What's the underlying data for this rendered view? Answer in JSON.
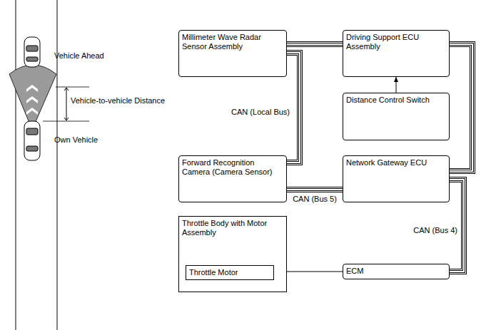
{
  "diagram": {
    "nodes": [
      {
        "text": [
          "Millimeter Wave Radar Sensor Assembly"
        ]
      },
      {
        "text": [
          "Driving Support ECU Assembly"
        ]
      },
      {
        "text": [
          "Distance Control Switch"
        ]
      },
      {
        "text": [
          "Forward Recognition Camera (Camera Sensor)"
        ]
      },
      {
        "text": [
          "Network Gateway ECU"
        ]
      },
      {
        "text": [
          "Throttle Body with Motor Assembly"
        ]
      },
      {
        "text": [
          "Throttle Motor"
        ],
        "in": 5
      },
      {
        "text": [
          "ECM"
        ]
      }
    ],
    "edges": [
      {
        "from": 0,
        "to": 1,
        "arrow": "none"
      },
      {
        "from": 0,
        "to": 3,
        "label": "CAN (Local Bus)",
        "arrow": "none"
      },
      {
        "from": 3,
        "to": 4,
        "label": "CAN (Bus 5)",
        "arrow": "none"
      },
      {
        "from": 1,
        "to": 4,
        "arrow": "none"
      },
      {
        "from": 4,
        "to": 7,
        "label": "CAN (Bus 4)",
        "arrow": "none"
      },
      {
        "from": 2,
        "to": 1,
        "arrow": "to"
      },
      {
        "from": 7,
        "to": 6,
        "arrow": "to"
      }
    ],
    "labels": [
      "Vehicle Ahead",
      "Vehicle-to-vehicle Distance",
      "Own Vehicle"
    ]
  }
}
